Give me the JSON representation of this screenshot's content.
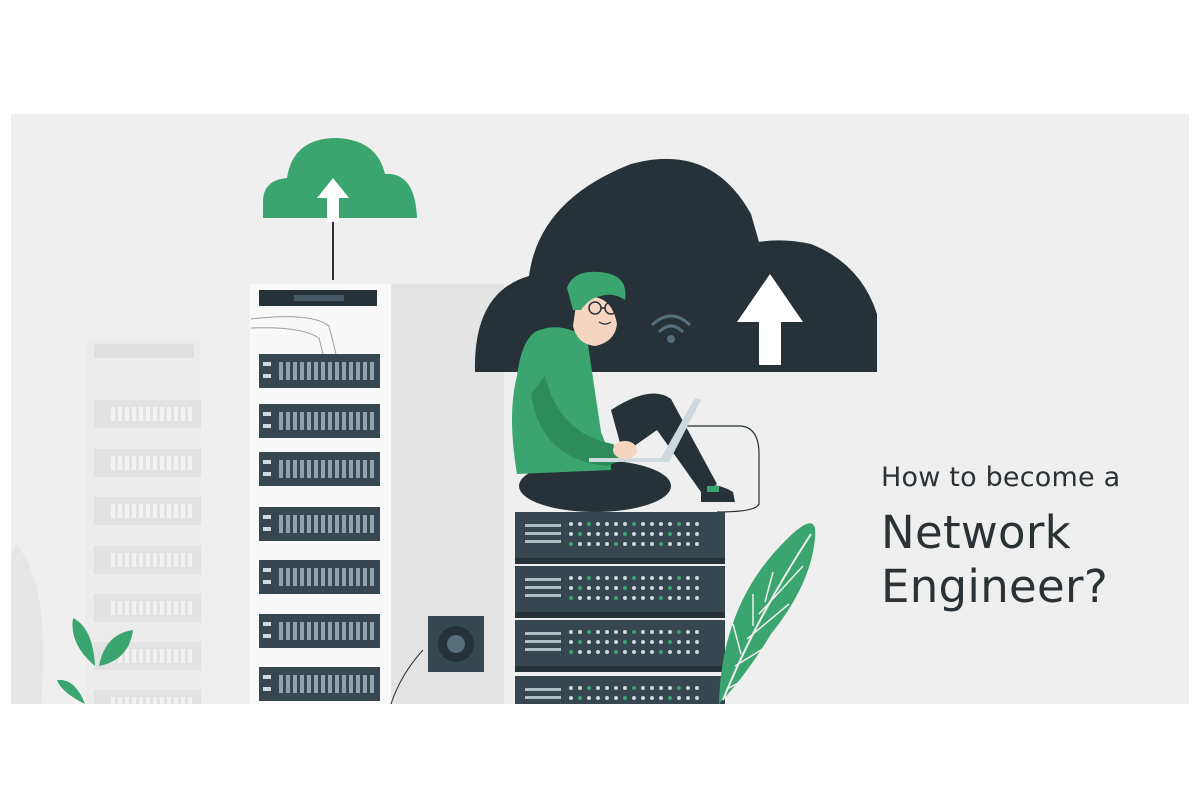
{
  "banner": {
    "headline": {
      "line1": "How to become a",
      "line2": "Network",
      "line3": "Engineer?"
    }
  },
  "colors": {
    "background": "#efefef",
    "accent_green": "#3aa56f",
    "dark": "#263238",
    "rack_dark": "#37474f",
    "faded": "#e3e3e3"
  },
  "icons": [
    "green-cloud-upload-icon",
    "dark-cloud-icon",
    "wifi-icon",
    "upload-arrow-icon",
    "server-rack",
    "leaf-plant",
    "fan-box"
  ]
}
